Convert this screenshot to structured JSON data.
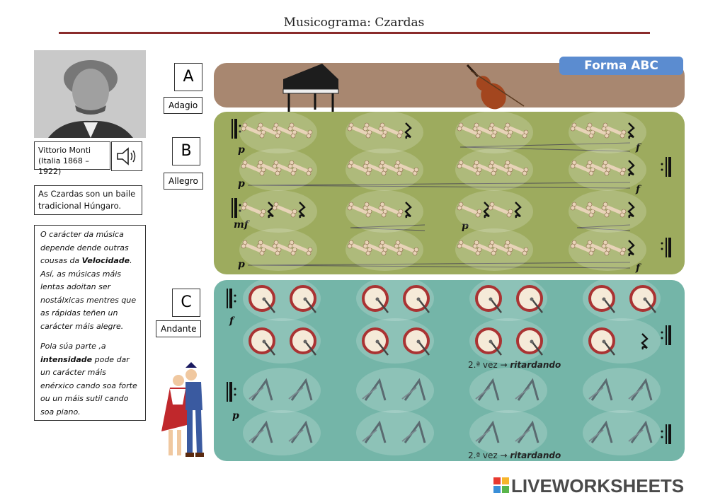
{
  "title": "Musicograma: Czardas",
  "composer": {
    "name": "Vittorio  Monti",
    "origin": "(Italia 1868 – 1922)"
  },
  "intro_text": "As Czardas son un baile tradicional Húngaro.",
  "description": {
    "p1_a": "O carácter da música depende dende outras cousas  da ",
    "p1_b": "Velocidade",
    "p1_c": ". Así, as músicas máis lentas adoitan ser nostálxicas   mentres que as rápidas teñen un carácter máis alegre.",
    "p2_a": "Pola súa  parte ,a ",
    "p2_b": "intensidade",
    "p2_c": " pode dar un carácter máis enérxico cando soa forte ou un máis sutil cando soa piano."
  },
  "sections": [
    {
      "letter": "A",
      "tempo": "Adagio"
    },
    {
      "letter": "B",
      "tempo": "Allegro"
    },
    {
      "letter": "C",
      "tempo": "Andante"
    }
  ],
  "forma_label": "Forma ABC",
  "dynamics": {
    "p": "p",
    "f": "f",
    "mf": "mf"
  },
  "ritardando": {
    "prefix": "2.ª vez → ",
    "word": "ritardando"
  },
  "brand": "LIVEWORKSHEETS",
  "colors": {
    "bandA": "#a88770",
    "bandB": "#9dab5e",
    "bandC": "#74b5a8",
    "forma": "#5b8cd0",
    "rule": "#8a2b2b"
  },
  "icons": [
    "speaker-icon",
    "piano-icon",
    "violin-icon",
    "bone-icon",
    "drum-icon",
    "triangle-icon",
    "rest-icon",
    "dancers-icon"
  ]
}
